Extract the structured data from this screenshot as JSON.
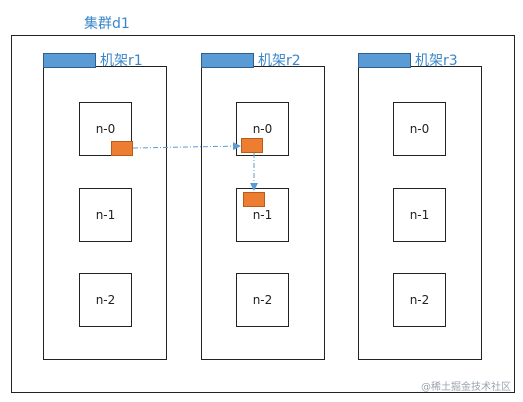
{
  "cluster": {
    "label": "集群d1"
  },
  "racks": [
    {
      "label": "机架r1",
      "nodes": [
        "n-0",
        "n-1",
        "n-2"
      ]
    },
    {
      "label": "机架r2",
      "nodes": [
        "n-0",
        "n-1",
        "n-2"
      ]
    },
    {
      "label": "机架r3",
      "nodes": [
        "n-0",
        "n-1",
        "n-2"
      ]
    }
  ],
  "colors": {
    "rack_tab": "#5b9bd5",
    "block": "#ed7d31",
    "arrow": "#5b9bd5",
    "label": "#3a86c8"
  },
  "watermark": "@稀土掘金技术社区"
}
